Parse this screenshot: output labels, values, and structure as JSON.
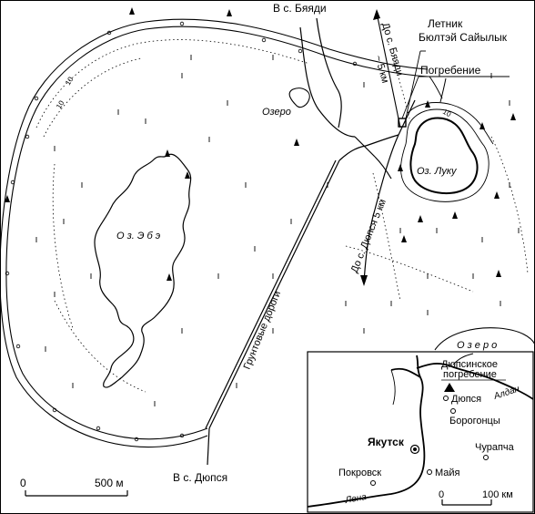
{
  "map": {
    "labels": {
      "north_village": "В с. Бяяди",
      "site_line1": "Летник",
      "site_line2": "Бюлтэй Сайылык",
      "burial": "Погребение",
      "road_byaydi": "До с. Бяяди",
      "dist_byaydi": "~ 5 км",
      "road_dyupsya": "До с. Дюпся 5 км",
      "dirt_roads": "Грунтовые дороги",
      "south_village": "В с. Дюпся",
      "lake_small": "Озеро",
      "lake_luku": "Оз. Луку",
      "lake_ebe": "О з.  Э б э",
      "lake_se": "О з е р о",
      "contour_10a": "10",
      "contour_10b": "10",
      "contour_10c": "10"
    },
    "scale": {
      "zero": "0",
      "end": "500 м"
    }
  },
  "inset": {
    "burial_line1": "Дюпсинское",
    "burial_line2": "погребение",
    "towns": {
      "dyupsya": "Дюпся",
      "borogontsy": "Борогонцы",
      "yakutsk": "Якутск",
      "churapcha": "Чурапча",
      "pokrovsk": "Покровск",
      "maya": "Майя"
    },
    "rivers": {
      "lena": "Лена",
      "aldan": "Алдан"
    },
    "scale": {
      "zero": "0",
      "end": "100 км"
    }
  }
}
